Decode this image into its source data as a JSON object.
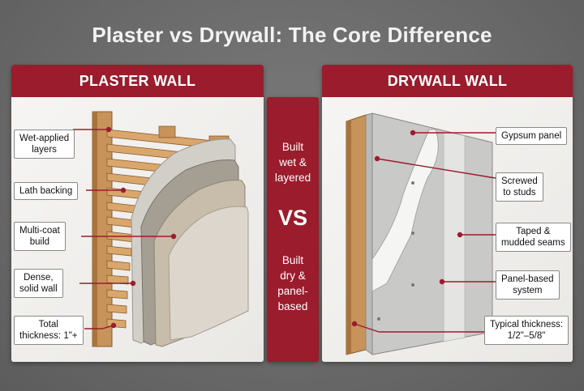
{
  "title": "Plaster vs Drywall: The Core Difference",
  "plaster": {
    "heading": "PLASTER WALL",
    "labels": [
      {
        "line1": "Wet-applied",
        "line2": "layers"
      },
      {
        "line1": "Lath backing",
        "line2": ""
      },
      {
        "line1": "Multi-coat",
        "line2": "build"
      },
      {
        "line1": "Dense,",
        "line2": "solid wall"
      },
      {
        "line1": "Total",
        "line2": "thickness: 1\"+"
      }
    ]
  },
  "center": {
    "top": [
      "Built",
      "wet &",
      "layered"
    ],
    "vs": "VS",
    "bottom": [
      "Built",
      "dry &",
      "panel-",
      "based"
    ]
  },
  "drywall": {
    "heading": "DRYWALL WALL",
    "labels": [
      {
        "line1": "Gypsum panel",
        "line2": ""
      },
      {
        "line1": "Screwed",
        "line2": "to studs"
      },
      {
        "line1": "Taped &",
        "line2": "mudded seams"
      },
      {
        "line1": "Panel-based",
        "line2": "system"
      },
      {
        "line1": "Typical thickness:",
        "line2": "1/2\"–5/8\""
      }
    ]
  },
  "colors": {
    "accent": "#9b1c2c",
    "wood": "#c8935a",
    "drywall": "#c9c9c7"
  }
}
